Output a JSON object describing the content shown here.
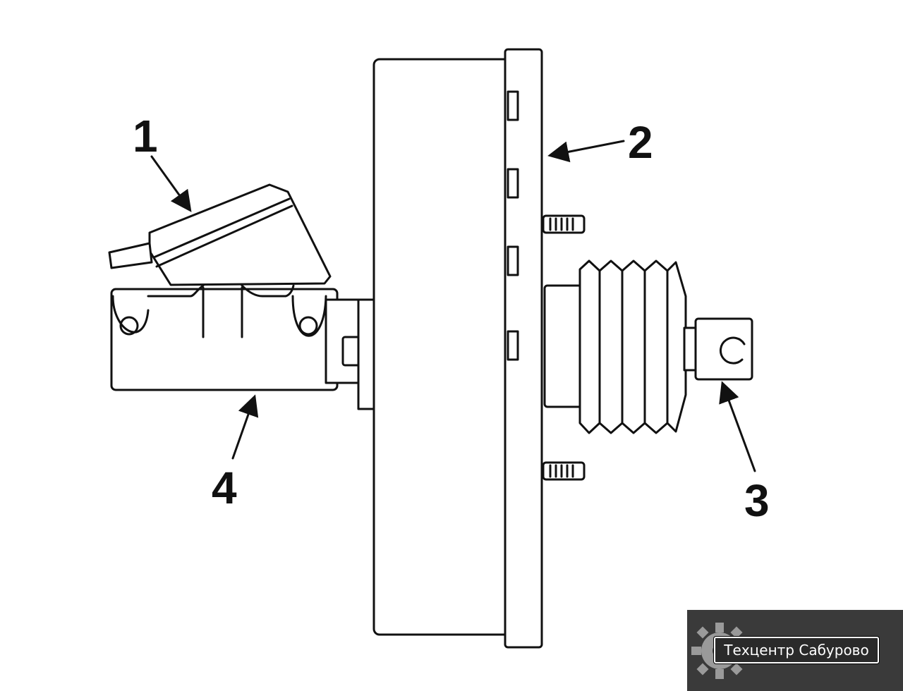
{
  "callouts": {
    "c1": "1",
    "c2": "2",
    "c3": "3",
    "c4": "4"
  },
  "watermark": {
    "text": "Техцентр Сабурово",
    "icon": "gear-icon"
  },
  "colors": {
    "line": "#111111",
    "background": "#ffffff",
    "watermark_bg": "#3a3a3a"
  }
}
